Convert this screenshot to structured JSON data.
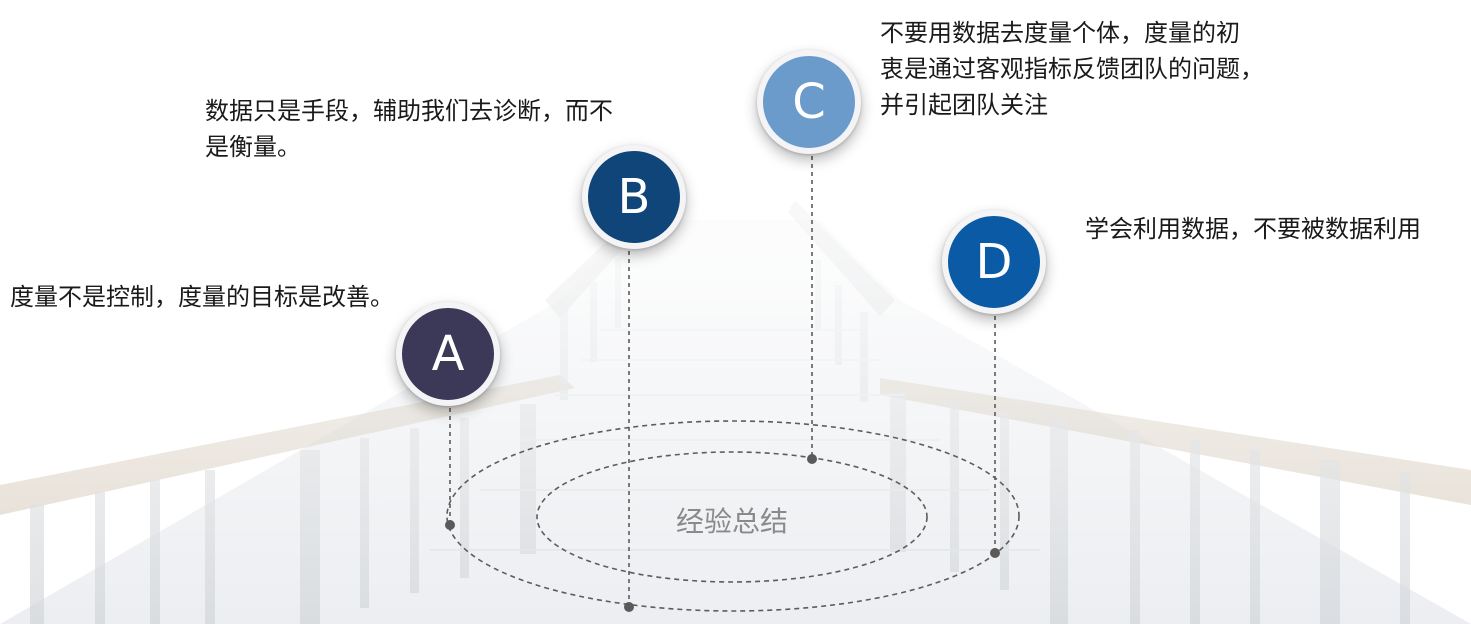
{
  "center_label": "经验总结",
  "points": [
    {
      "letter": "A",
      "lines": [
        "度量不是控制，度量的目标是改善。"
      ],
      "color": "#3b3858"
    },
    {
      "letter": "B",
      "lines": [
        "数据只是手段，辅助我们去诊断，而不",
        "是衡量。"
      ],
      "color": "#0f4579"
    },
    {
      "letter": "C",
      "lines": [
        "不要用数据去度量个体，度量的初",
        "衷是通过客观指标反馈团队的问题，",
        "并引起团队关注"
      ],
      "color": "#6a9bcb"
    },
    {
      "letter": "D",
      "lines": [
        "学会利用数据，不要被数据利用"
      ],
      "color": "#0b5aa5"
    }
  ]
}
